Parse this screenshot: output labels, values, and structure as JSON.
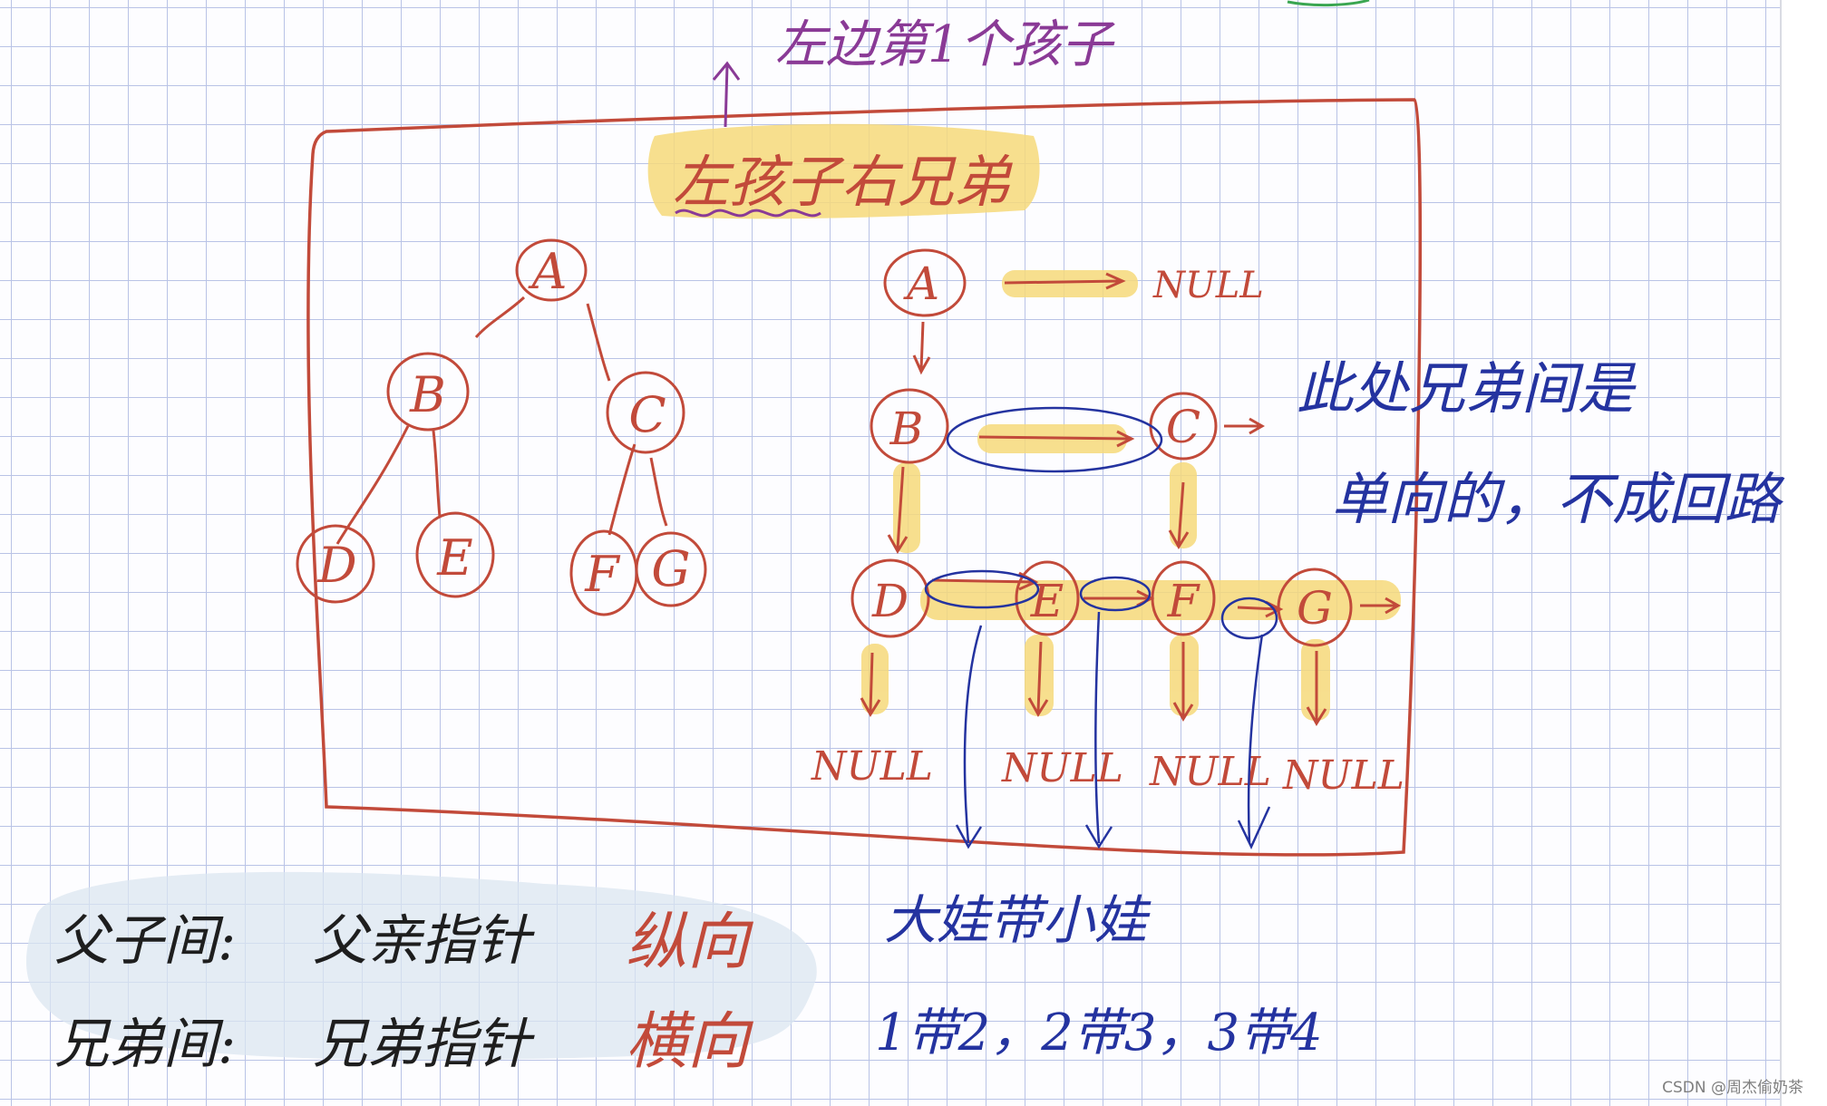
{
  "colors": {
    "tree_red": "#c24a3a",
    "purple_note": "#8a3a96",
    "blue_note": "#2433a0",
    "highlight": "#f6d97a",
    "soft_blue_wash": "#dbe6f0",
    "black_ink": "#1e1e1e"
  },
  "title_note": "左边第1个孩子",
  "highlight_title": "左孩子右兄弟",
  "left_tree": {
    "nodes": [
      "A",
      "B",
      "C",
      "D",
      "E",
      "F",
      "G"
    ]
  },
  "right_tree": {
    "nodes": [
      "A",
      "B",
      "C",
      "D",
      "E",
      "F",
      "G"
    ],
    "null_top": "NULL",
    "nulls_bottom": [
      "NULL",
      "NULL",
      "NULL",
      "NULL"
    ]
  },
  "side_note": {
    "line1": "此处兄弟间是",
    "line2": "单向的，不成回路"
  },
  "legend": {
    "row1": {
      "label": "父子间:",
      "text": "父亲指针",
      "accent": "纵向"
    },
    "row2": {
      "label": "兄弟间:",
      "text": "兄弟指针",
      "accent": "横向"
    }
  },
  "blue_caption": "大娃带小娃",
  "blue_sequence": "1带2，2带3，3带4",
  "watermark": "CSDN @周杰偷奶茶"
}
